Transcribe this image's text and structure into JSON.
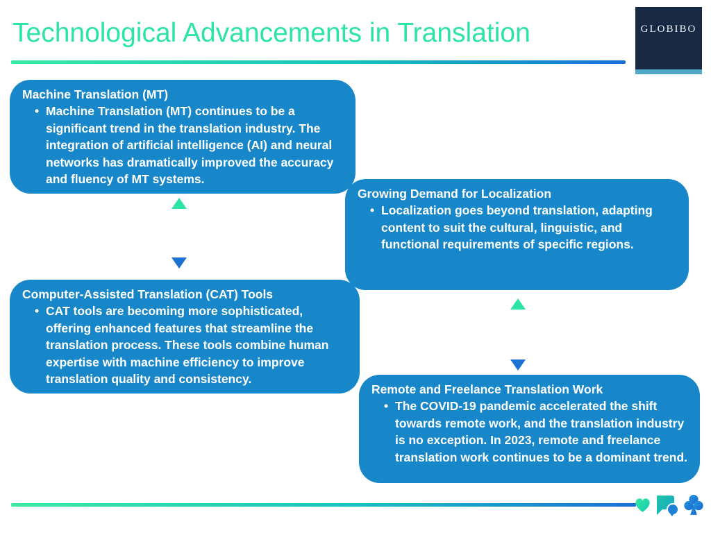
{
  "slide": {
    "title": "Technological Advancements in Translation",
    "logo": {
      "brand": "GLOBIBO"
    },
    "bullet_glyph": "•",
    "boxes": [
      {
        "heading": "Machine Translation (MT)",
        "bullet": "Machine Translation (MT) continues to be a significant trend in the translation industry. The integration of artificial intelligence (AI) and neural networks has dramatically improved the accuracy and fluency of MT systems."
      },
      {
        "heading": "Growing Demand for Localization",
        "bullet": "Localization goes beyond translation, adapting content to suit the cultural, linguistic, and functional requirements of specific regions."
      },
      {
        "heading": "Computer-Assisted Translation (CAT) Tools",
        "bullet": "CAT tools are becoming more sophisticated, offering enhanced features that streamline the translation process. These tools combine human expertise with machine efficiency to improve translation quality and consistency."
      },
      {
        "heading": "Remote and Freelance Translation Work",
        "bullet": "The COVID-19 pandemic accelerated the shift towards remote work, and the translation industry is no exception. In 2023, remote and freelance translation work continues to be a dominant trend."
      }
    ],
    "footer_icons": [
      {
        "name": "heart-icon",
        "glyph": "♥"
      },
      {
        "name": "chat-bubble-icon",
        "glyph": "🗨"
      },
      {
        "name": "club-icon",
        "glyph": "♣"
      }
    ],
    "colors": {
      "title_green": "#2ce4a6",
      "box_blue": "#1787c9",
      "logo_navy": "#182944",
      "logo_strip": "#4fa8c6",
      "gradient_green": "#3be9a4",
      "gradient_blue": "#1b6fd6",
      "arrow_top": "#2be5a5",
      "arrow_bottom": "#1c72d3"
    }
  }
}
